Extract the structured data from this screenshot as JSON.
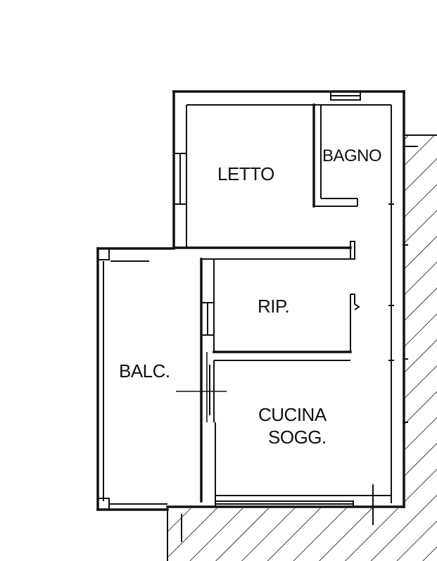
{
  "rooms": {
    "letto": "LETTO",
    "bagno": "BAGNO",
    "ripostiglio": "RIP.",
    "balcone": "BALC.",
    "cucina_line1": "CUCINA",
    "cucina_line2": "SOGG."
  }
}
